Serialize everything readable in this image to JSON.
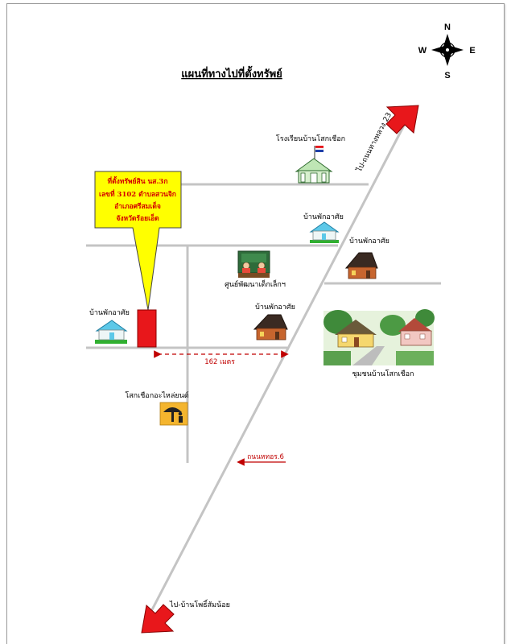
{
  "title": "แผนที่ทางไปที่ตั้งทรัพย์",
  "compass": {
    "north": "N",
    "south": "S",
    "east": "E",
    "west": "W"
  },
  "callout": {
    "line1": "ที่ตั้งทรัพย์สิน นส.3ก",
    "line2": "เลขที่ 3102 ตำบลสวนจิก",
    "line3": "อำเภอศรีสมเด็จ",
    "line4": "จังหวัดร้อยเอ็ด"
  },
  "labels": {
    "school": "โรงเรียนบ้านโสกเชือก",
    "house_top": "บ้านพักอาศัย",
    "house_right": "บ้านพักอาศัย",
    "child_center": "ศูนย์พัฒนาเด็กเล็กฯ",
    "house_mid": "บ้านพักอาศัย",
    "house_left": "บ้านพักอาศัย",
    "community": "ชุมชนบ้านโสกเชือก",
    "parts_shop": "โสกเชือกอะไหล่ยนต์",
    "distance": "162 เมตร",
    "road_6": "ถนนหทอร.6",
    "road_23": "ไป-ถนนทางหลวง 23",
    "to_village": "ไป-บ้านโพธิ์สัมน้อย"
  },
  "colors": {
    "road": "#c4c4c4",
    "arrow": "#e8171b",
    "property": "#e8171b",
    "callout_fill": "#ffff00",
    "callout_text": "#d40000",
    "distance": "#c00000"
  }
}
